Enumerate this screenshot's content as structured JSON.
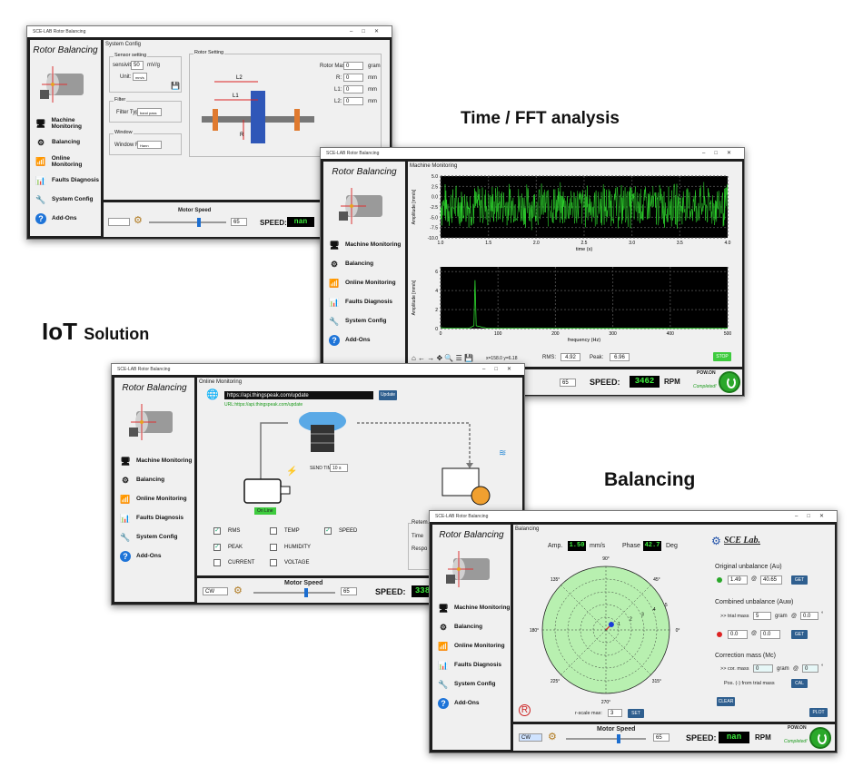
{
  "captions": {
    "time_fft": "Time / FFT analysis",
    "iot_big": "IoT",
    "iot_small": "Solution",
    "balancing": "Balancing"
  },
  "app": {
    "window_title": "SCE-LAB Rotor Balancing",
    "sidebar_title": "Rotor Balancing",
    "nav": [
      "Machine Monitoring",
      "Balancing",
      "Online Monitoring",
      "Faults Diagnosis",
      "System Config",
      "Add-Ons"
    ]
  },
  "config": {
    "page_title": "System Config",
    "sensor_group": "Sensor setting",
    "sensivity_label": "sensivity:",
    "sensivity_value": "50",
    "sensivity_unit": "mV/g",
    "unit_label": "Unit:",
    "unit_value": "mm/s",
    "filter_group": "Filter",
    "filter_label": "Filter Type:",
    "filter_value": "band pass",
    "window_group": "Window",
    "window_label": "Window Func:",
    "window_value": "Hann",
    "rotor_group": "Rotor Setting",
    "rotor_fields": [
      {
        "label": "Rotor Mass:",
        "value": "0",
        "unit": "gram"
      },
      {
        "label": "R:",
        "value": "0",
        "unit": "mm"
      },
      {
        "label": "L1:",
        "value": "0",
        "unit": "mm"
      },
      {
        "label": "L2:",
        "value": "0",
        "unit": "mm"
      }
    ],
    "diagram": {
      "l1": "L1",
      "l2": "L2",
      "r": "R"
    },
    "motor_speed_label": "Motor Speed",
    "speed_value": "65",
    "speed_label": "SPEED:",
    "speed_display": "nan"
  },
  "monitor": {
    "page_title": "Machine Monitoring",
    "time_ylabel": "Amplitude  [mm/s]",
    "time_xlabel": "time (s)",
    "time_yticks": [
      "5.0",
      "2.5",
      "0.0",
      "-2.5",
      "-5.0",
      "-7.5",
      "-10.0"
    ],
    "time_xticks": [
      "1.0",
      "1.5",
      "2.0",
      "2.5",
      "3.0",
      "3.5",
      "4.0"
    ],
    "fft_ylabel": "Amplitude  [mm/s]",
    "fft_xlabel": "frequency (Hz)",
    "fft_yticks": [
      "6",
      "4",
      "2",
      "0"
    ],
    "fft_xticks": [
      "0",
      "100",
      "200",
      "300",
      "400",
      "500"
    ],
    "toolbar_coords": "x=158.0 y=6.18",
    "rms_label": "RMS:",
    "rms_value": "4.92",
    "peak_label": "Peak:",
    "peak_value": "6.96",
    "stop_label": "STOP",
    "speed_value": "65",
    "speed_label": "SPEED:",
    "speed_display": "3462",
    "rpm_label": "RPM",
    "pow_on": "POW.ON",
    "status": "Completed!"
  },
  "chart_data": [
    {
      "type": "line",
      "title": "",
      "xlabel": "time (s)",
      "ylabel": "Amplitude  [mm/s]",
      "xlim": [
        1.0,
        4.0
      ],
      "ylim": [
        -10.0,
        5.0
      ],
      "series": [
        {
          "values": "dense vibration signal oscillating roughly between -9 and 4.5 mm/s"
        }
      ]
    },
    {
      "type": "line",
      "title": "",
      "xlabel": "frequency (Hz)",
      "ylabel": "Amplitude  [mm/s]",
      "xlim": [
        0,
        500
      ],
      "ylim": [
        0,
        6.5
      ],
      "x": [
        0,
        10,
        30,
        50,
        58,
        60,
        62,
        80,
        150,
        300,
        500
      ],
      "series": [
        {
          "values": [
            0.1,
            0.05,
            0.05,
            0.05,
            0.3,
            5.1,
            0.3,
            0.05,
            0.05,
            0.03,
            0.03
          ]
        }
      ]
    },
    {
      "type": "scatter",
      "title": "polar",
      "angle_ticks": [
        "0°",
        "45°",
        "90°",
        "135°",
        "180°",
        "225°",
        "270°",
        "315°"
      ],
      "radial_ticks": [
        "1",
        "2",
        "3",
        "4",
        "5"
      ],
      "points": [
        {
          "angle_deg": 45,
          "radius": 0.6
        }
      ]
    }
  ],
  "iot": {
    "page_title": "Online Monitoring",
    "url_value": "https://api.thingspeak.com/update",
    "update_label": "Update",
    "url_text": "URL:https://api.thingspeak.com/update",
    "send_time_label": "SEND TIME:",
    "send_time_value": "10 s",
    "online_label": "On Line",
    "checks": [
      {
        "label": "RMS",
        "checked": true
      },
      {
        "label": "TEMP",
        "checked": false
      },
      {
        "label": "SPEED",
        "checked": true
      },
      {
        "label": "PEAK",
        "checked": true
      },
      {
        "label": "HUMIDITY",
        "checked": false
      },
      {
        "label": "CURRENT",
        "checked": false
      },
      {
        "label": "VOLTAGE",
        "checked": false
      }
    ],
    "retem_labels": [
      "Retem",
      "Time",
      "Respo"
    ],
    "dir_value": "CW",
    "motor_speed_label": "Motor Speed",
    "speed_value": "65",
    "speed_label": "SPEED:",
    "speed_display": "338"
  },
  "balance": {
    "page_title": "Balancing",
    "amp_label": "Amp.",
    "amp_value": "1.50",
    "amp_unit": "mm/s",
    "phase_label": "Phase",
    "phase_value": "42.7",
    "phase_unit": "Deg",
    "brand": "SCE Lab.",
    "orig_title": "Original unbalance (Au)",
    "orig_amp": "1.49",
    "orig_at": "@",
    "orig_phase": "40.65",
    "get_label": "GET",
    "comb_title": "Combined unbalance (Auw)",
    "trial_label": ">> trial mass",
    "trial_value": "5",
    "gram": "gram",
    "trial_angle": "0.0",
    "deg_sym": "°",
    "comb_amp": "0.0",
    "comb_phase": "0.0",
    "corr_title": "Correction mass (Mc)",
    "cor_label": ">> cor. mass",
    "cor_value": "0",
    "cor_angle": "0",
    "pos_label": "Pos. (-) from trial mass",
    "cal_label": "CAL",
    "clear_label": "CLEAR",
    "plot_label": "PLOT",
    "rscale_label": "r-scale max:",
    "rscale_value": "3",
    "set_label": "SET",
    "dir_value": "CW",
    "motor_speed_label": "Motor Speed",
    "speed_value": "65",
    "speed_label": "SPEED:",
    "speed_display": "nan",
    "rpm_label": "RPM",
    "pow_on": "POW.ON",
    "status": "Completed!"
  },
  "colors": {
    "lcd_green": "#3ef03e",
    "button_blue": "#2f5f8f",
    "polar_fill": "#b8f0b0",
    "power_green": "#2aa82a"
  }
}
